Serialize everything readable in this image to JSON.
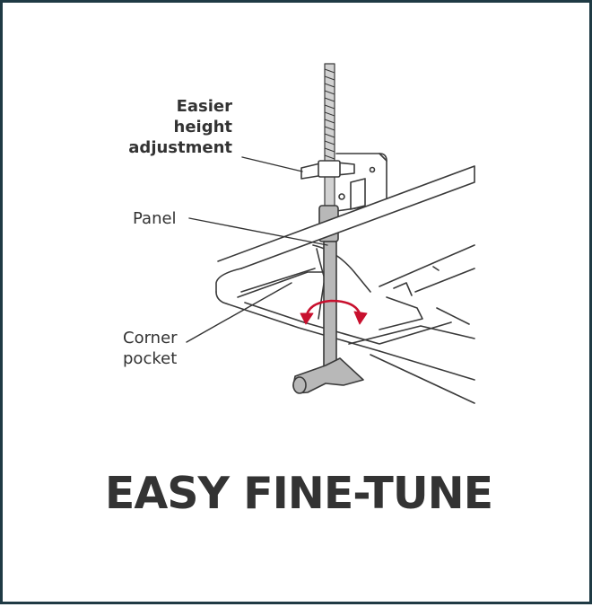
{
  "labels": {
    "height_adjustment": [
      "Easier",
      "height",
      "adjustment"
    ],
    "panel": "Panel",
    "corner_pocket": [
      "Corner",
      "pocket"
    ]
  },
  "headline": "EASY FINE-TUNE",
  "colors": {
    "frame": "#1f3a44",
    "line_art": "#3a3a3a",
    "rod": "#b8b8b8",
    "arrow": "#c8102e",
    "text": "#333333"
  }
}
